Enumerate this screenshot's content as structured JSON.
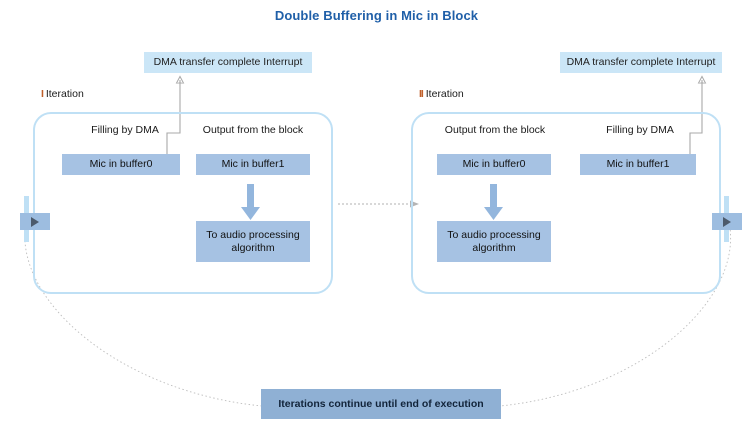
{
  "title": "Double Buffering in Mic in Block",
  "colors": {
    "title": "#1f5fa8",
    "interrupt_box": "#cbe6f7",
    "buffer_box": "#a6c2e3",
    "loop_label_box": "#8fb0d4",
    "panel_border": "#bfe0f5",
    "numeral_accent": "#c0602a",
    "arrow_gray": "#a8a8a8",
    "arrow_blue": "#93b6dd"
  },
  "interrupts": {
    "left": "DMA transfer complete Interrupt",
    "right": "DMA transfer complete Interrupt"
  },
  "iterations": [
    {
      "numeral": "I",
      "label": "Iteration",
      "columns": [
        {
          "caption": "Filling by DMA",
          "buffer": "Mic in buffer0",
          "has_algorithm": false
        },
        {
          "caption": "Output from the block",
          "buffer": "Mic in buffer1",
          "has_algorithm": true
        }
      ],
      "algorithm": "To audio processing algorithm"
    },
    {
      "numeral": "II",
      "label": "Iteration",
      "columns": [
        {
          "caption": "Output from the block",
          "buffer": "Mic in buffer0",
          "has_algorithm": true
        },
        {
          "caption": "Filling by DMA",
          "buffer": "Mic in buffer1",
          "has_algorithm": false
        }
      ],
      "algorithm": "To audio processing algorithm"
    }
  ],
  "loop": {
    "label": "Iterations continue until end of execution"
  },
  "markers": {
    "left_play": "play-marker",
    "right_play": "play-marker"
  }
}
